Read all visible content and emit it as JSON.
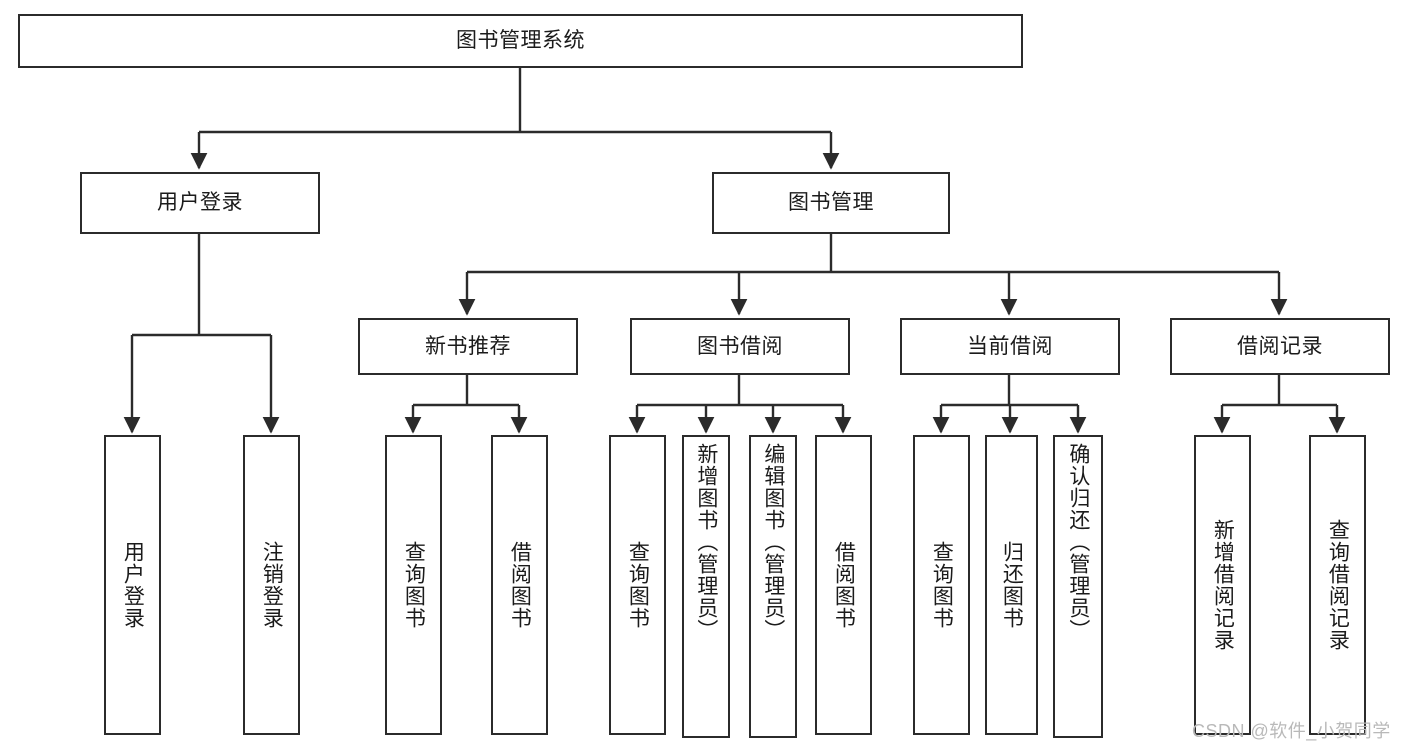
{
  "diagram": {
    "title": "图书管理系统",
    "root": {
      "label": "图书管理系统"
    },
    "level2": [
      {
        "label": "用户登录"
      },
      {
        "label": "图书管理"
      }
    ],
    "groups": [
      {
        "label": "新书推荐"
      },
      {
        "label": "图书借阅"
      },
      {
        "label": "当前借阅"
      },
      {
        "label": "借阅记录"
      }
    ],
    "leaves": {
      "user_login": [
        {
          "label": "用户登录"
        },
        {
          "label": "注销登录"
        }
      ],
      "new_book": [
        {
          "label": "查询图书"
        },
        {
          "label": "借阅图书"
        }
      ],
      "borrow_book": [
        {
          "label": "查询图书"
        },
        {
          "label": "新增图书（管理员）"
        },
        {
          "label": "编辑图书（管理员）"
        },
        {
          "label": "借阅图书"
        }
      ],
      "current_borrow": [
        {
          "label": "查询图书"
        },
        {
          "label": "归还图书"
        },
        {
          "label": "确认归还（管理员）"
        }
      ],
      "borrow_record": [
        {
          "label": "新增借阅记录"
        },
        {
          "label": "查询借阅记录"
        }
      ]
    }
  },
  "watermark": {
    "text": "CSDN @软件_小贺同学"
  },
  "colors": {
    "stroke": "#2b2b2b",
    "fill": "#ffffff",
    "text": "#1b1b1b",
    "watermark": "#b9b9b9"
  }
}
